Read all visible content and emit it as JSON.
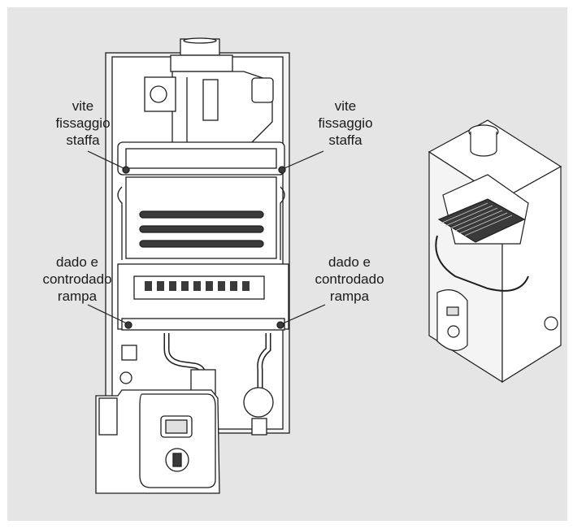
{
  "colors": {
    "background": "#e5e5e6",
    "line": "#1e1e1e",
    "fill": "#ffffff",
    "dark": "#3a3a3a",
    "text": "#1b1b1b"
  },
  "labels": {
    "screw_left": [
      "vite",
      "fissaggio",
      "staffa"
    ],
    "screw_right": [
      "vite",
      "fissaggio",
      "staffa"
    ],
    "nut_left": [
      "dado e",
      "controdado",
      "rampa"
    ],
    "nut_right": [
      "dado e",
      "controdado",
      "rampa"
    ]
  },
  "icons": {
    "main_drawing": "boiler-front-view-icon",
    "iso_drawing": "boiler-isometric-view-icon"
  }
}
